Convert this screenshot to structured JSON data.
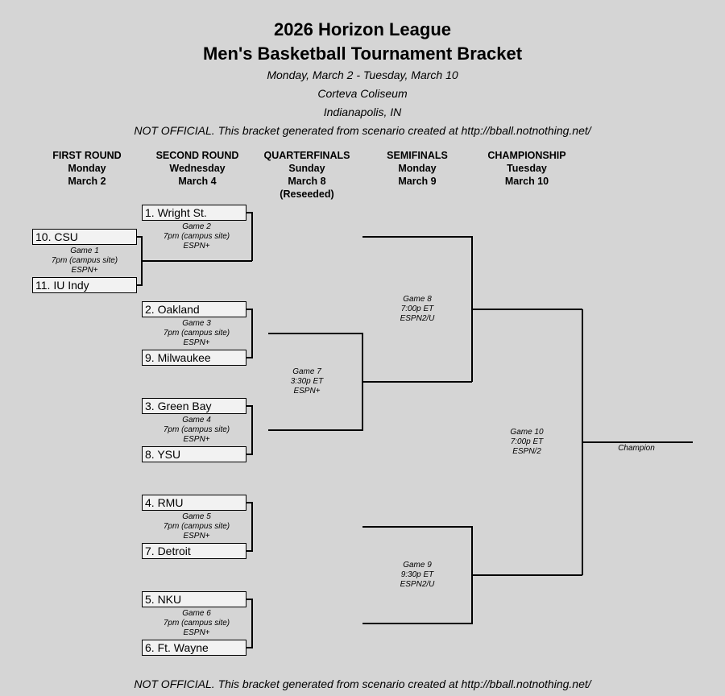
{
  "header": {
    "title1": "2026 Horizon League",
    "title2": "Men's Basketball Tournament Bracket",
    "dates": "Monday, March 2 - Tuesday, March 10",
    "venue": "Corteva Coliseum",
    "city": "Indianapolis, IN",
    "disclaimer": "NOT OFFICIAL.  This bracket generated from scenario created at http://bball.notnothing.net/"
  },
  "rounds": [
    {
      "name": "FIRST ROUND",
      "day": "Monday",
      "date": "March 2",
      "note": ""
    },
    {
      "name": "SECOND ROUND",
      "day": "Wednesday",
      "date": "March 4",
      "note": ""
    },
    {
      "name": "QUARTERFINALS",
      "day": "Sunday",
      "date": "March 8",
      "note": "(Reseeded)"
    },
    {
      "name": "SEMIFINALS",
      "day": "Monday",
      "date": "March 9",
      "note": ""
    },
    {
      "name": "CHAMPIONSHIP",
      "day": "Tuesday",
      "date": "March 10",
      "note": ""
    }
  ],
  "teams": {
    "csu": "10. CSU",
    "iuindy": "11. IU Indy",
    "wright": "1. Wright St.",
    "oakland": "2. Oakland",
    "milwaukee": "9. Milwaukee",
    "greenbay": "3. Green Bay",
    "ysu": "8. YSU",
    "rmu": "4. RMU",
    "detroit": "7. Detroit",
    "nku": "5. NKU",
    "ftwayne": "6. Ft. Wayne"
  },
  "games": [
    {
      "name": "Game 1",
      "time": "7pm (campus site)",
      "tv": "ESPN+"
    },
    {
      "name": "Game 2",
      "time": "7pm (campus site)",
      "tv": "ESPN+"
    },
    {
      "name": "Game 3",
      "time": "7pm (campus site)",
      "tv": "ESPN+"
    },
    {
      "name": "Game 4",
      "time": "7pm (campus site)",
      "tv": "ESPN+"
    },
    {
      "name": "Game 5",
      "time": "7pm (campus site)",
      "tv": "ESPN+"
    },
    {
      "name": "Game 6",
      "time": "7pm (campus site)",
      "tv": "ESPN+"
    },
    {
      "name": "Game 7",
      "time": "3:30p ET",
      "tv": "ESPN+"
    },
    {
      "name": "Game 8",
      "time": "7:00p ET",
      "tv": "ESPN2/U"
    },
    {
      "name": "Game 9",
      "time": "9:30p ET",
      "tv": "ESPN2/U"
    },
    {
      "name": "Game 10",
      "time": "7:00p ET",
      "tv": "ESPN/2"
    }
  ],
  "champion_label": "Champion"
}
